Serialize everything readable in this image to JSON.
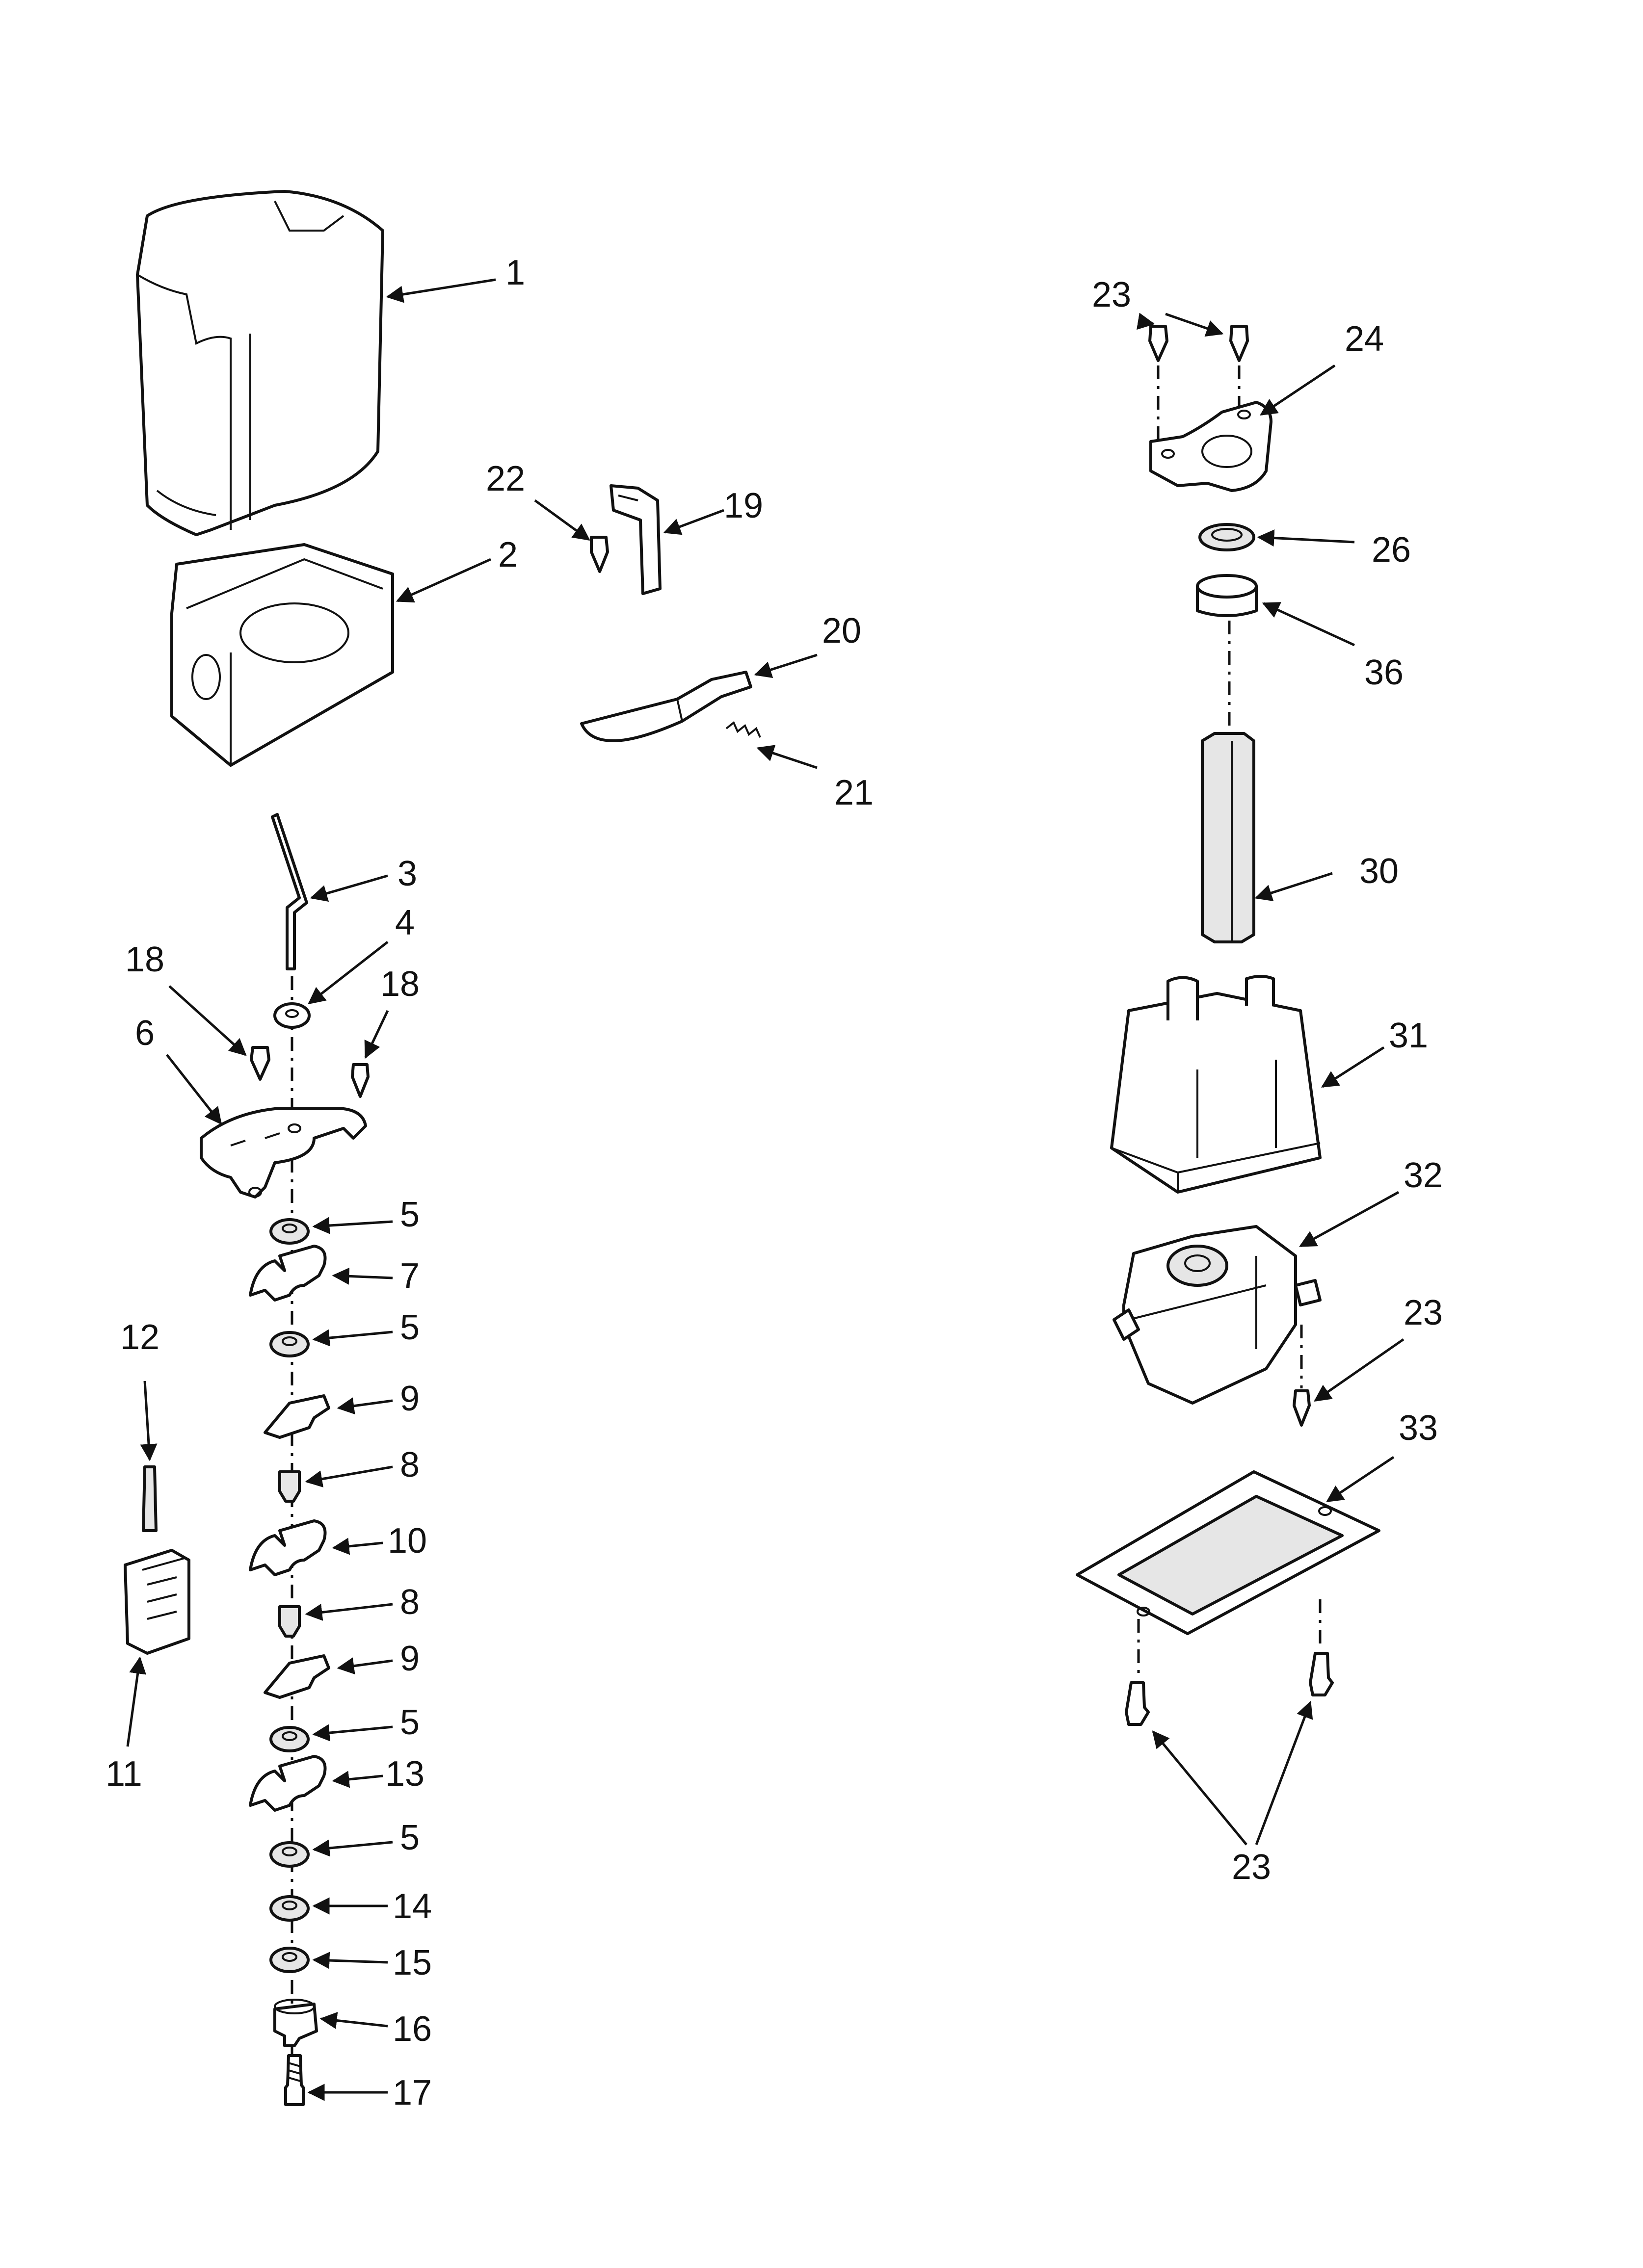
{
  "callouts": {
    "c1": "1",
    "c2": "2",
    "c3": "3",
    "c4": "4",
    "c5a": "5",
    "c5b": "5",
    "c5c": "5",
    "c5d": "5",
    "c6": "6",
    "c7": "7",
    "c8a": "8",
    "c8b": "8",
    "c9a": "9",
    "c9b": "9",
    "c10": "10",
    "c11": "11",
    "c12": "12",
    "c13": "13",
    "c14": "14",
    "c15": "15",
    "c16": "16",
    "c17": "17",
    "c18a": "18",
    "c18b": "18",
    "c19": "19",
    "c20": "20",
    "c21": "21",
    "c22": "22",
    "c23a": "23",
    "c23b": "23",
    "c23c": "23",
    "c24": "24",
    "c26": "26",
    "c30": "30",
    "c31": "31",
    "c32": "32",
    "c33": "33",
    "c36": "36"
  }
}
